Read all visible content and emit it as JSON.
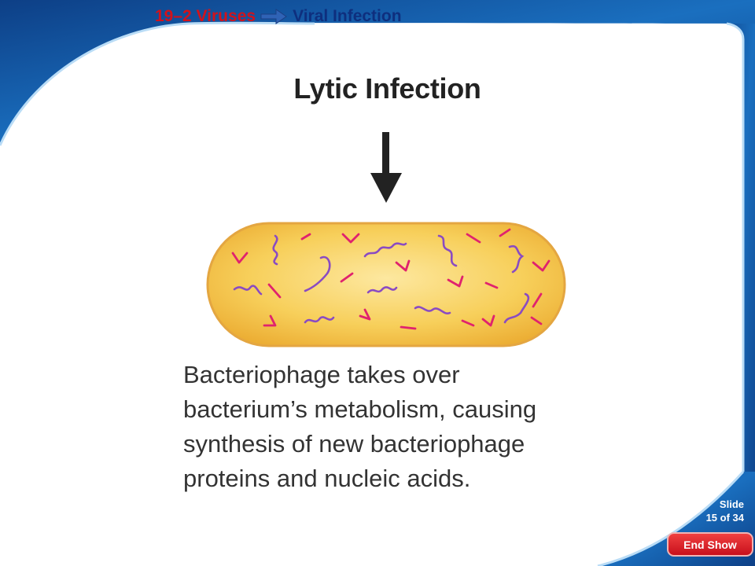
{
  "header": {
    "section": "19–2 Viruses",
    "topic": "Viral Infection",
    "arrow_icon": "right-arrow-icon"
  },
  "slide": {
    "title": "Lytic Infection",
    "caption_lines": [
      "Bacteriophage takes over",
      "bacterium’s metabolism, causing",
      "synthesis of new bacteriophage",
      "proteins and nucleic acids."
    ]
  },
  "footer": {
    "slide_label": "Slide",
    "slide_position": "15 of 34",
    "end_show_label": "End Show"
  },
  "colors": {
    "frame_blue": "#1557a6",
    "frame_light": "#c8e0f4",
    "section_red": "#d2121b",
    "topic_navy": "#0e2f7e",
    "bacterium_fill": "#f5c34a",
    "viral_dna": "#8a4bc2",
    "viral_protein": "#e0226e"
  }
}
